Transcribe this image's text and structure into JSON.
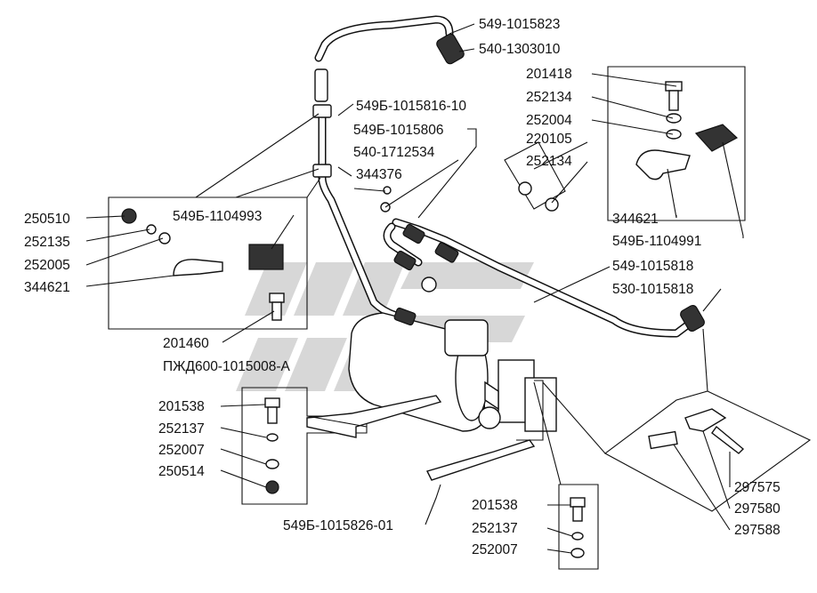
{
  "labels": {
    "l01": "549-1015823",
    "l02": "540-1303010",
    "l03": "201418",
    "l04": "252134",
    "l05": "252004",
    "l06": "549Б-1015816-10",
    "l07": "549Б-1015806",
    "l08": "540-1712534",
    "l09": "220105",
    "l10": "252134",
    "l11": "344376",
    "l12": "250510",
    "l13": "549Б-1104993",
    "l14": "252135",
    "l15": "252005",
    "l16": "344621",
    "l17": "344621",
    "l18": "549Б-1104991",
    "l19": "549-1015818",
    "l20": "530-1015818",
    "l21": "201460",
    "l22": "ПЖД600-1015008-А",
    "l23": "201538",
    "l24": "252137",
    "l25": "252007",
    "l26": "250514",
    "l27": "297575",
    "l28": "297580",
    "l29": "297588",
    "l30": "549Б-1015826-01",
    "l31": "201538",
    "l32": "252137",
    "l33": "252007"
  }
}
